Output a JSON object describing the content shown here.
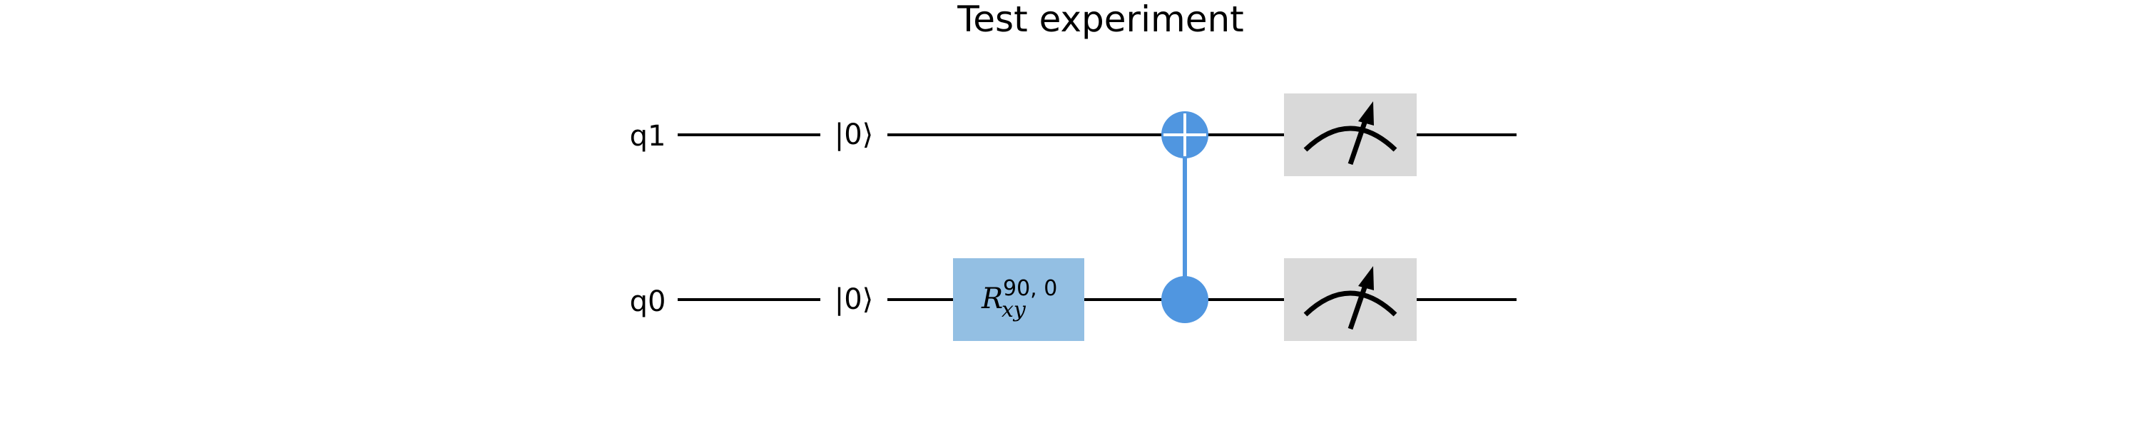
{
  "diagram": {
    "title": "Test experiment",
    "qubits": [
      {
        "label": "q1",
        "init": "|0⟩"
      },
      {
        "label": "q0",
        "init": "|0⟩"
      }
    ],
    "gates": {
      "rxy": {
        "symbol": "R",
        "subscript": "xy",
        "superscript": "90, 0",
        "target": "q0",
        "color": "#93bfe3"
      },
      "cnot": {
        "control": "q0",
        "target": "q1",
        "color": "#5096e0"
      },
      "measure": {
        "qubits": [
          "q1",
          "q0"
        ],
        "box_color": "#d9d9d9"
      }
    }
  }
}
